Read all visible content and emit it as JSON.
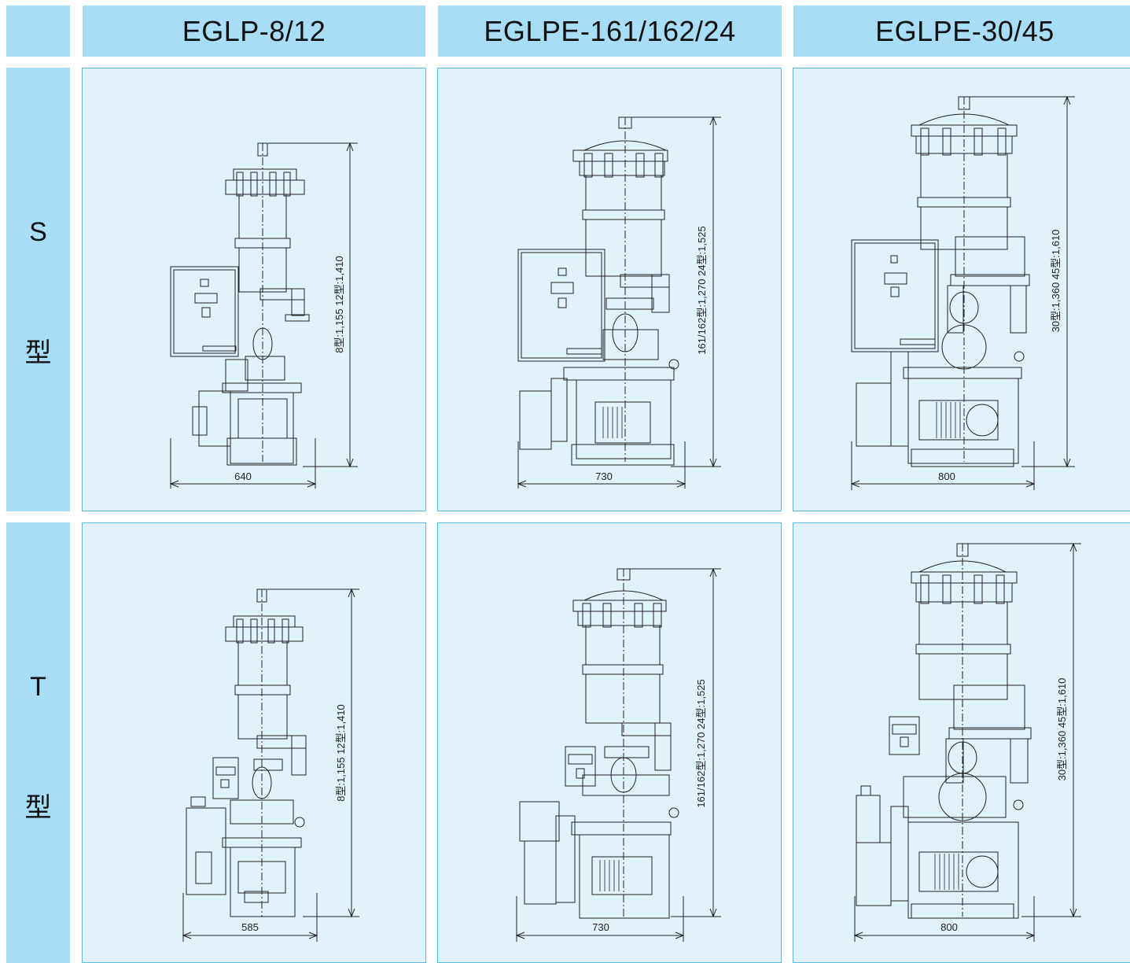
{
  "header": {
    "corner": "",
    "col1": "EGLP-8/12",
    "col2": "EGLPE-161/162/24",
    "col3": "EGLPE-30/45"
  },
  "rows": {
    "s": {
      "letter": "S",
      "kata": "型"
    },
    "t": {
      "letter": "T",
      "kata": "型"
    }
  },
  "dims": {
    "s1_width": "640",
    "s1_height": "8型:1,155 12型:1,410",
    "s2_width": "730",
    "s2_height": "161/162型:1,270 24型:1,525",
    "s3_width": "800",
    "s3_height": "30型:1,360 45型:1,610",
    "t1_width": "585",
    "t1_height": "8型:1,155 12型:1,410",
    "t2_width": "730",
    "t2_height": "161/162型:1,270 24型:1,525",
    "t3_width": "800",
    "t3_height": "30型:1,360 45型:1,610"
  },
  "colors": {
    "header_bg": "#a7ddf6",
    "cell_bg": "#e0f2fb",
    "cell_border": "#5eb8e3",
    "line": "#222222"
  }
}
